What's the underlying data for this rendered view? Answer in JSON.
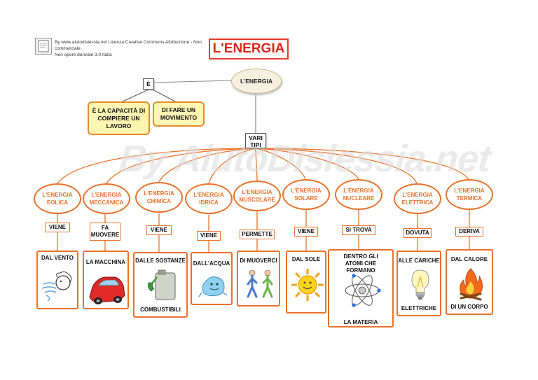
{
  "license": {
    "line1": "By www.aiutodislessia.net Licenza Creative Commons Attribuzione - Non commerciale",
    "line2": "Non opere derivate 3.0 Italia"
  },
  "watermark": "By AiutoDislessia.net",
  "title": "L'ENERGIA",
  "root": "L'ENERGIA",
  "is_label": "È",
  "definitions": [
    "È LA CAPACITÀ DI COMPIERE UN LAVORO",
    "DI FARE UN MOVIMENTO"
  ],
  "types_label": "VARI TIPI",
  "branches": [
    {
      "type": "L'ENERGIA EOLICA",
      "verb": "VIENE",
      "card_top": "DAL VENTO",
      "card_bottom": "",
      "icon": "wind-icon"
    },
    {
      "type": "L'ENERGIA MECCANICA",
      "verb": "FA MUOVERE",
      "card_top": "LA MACCHINA",
      "card_bottom": "",
      "icon": "car-icon"
    },
    {
      "type": "L'ENERGIA CHIMICA",
      "verb": "VIENE",
      "card_top": "DALLE SOSTANZE",
      "card_bottom": "COMBUSTIBILI",
      "icon": "fuel-can-icon"
    },
    {
      "type": "L'ENERGIA IDRICA",
      "verb": "VIENE",
      "card_top": "DALL'ACQUA",
      "card_bottom": "",
      "icon": "water-drop-icon"
    },
    {
      "type": "L'ENERGIA MUSCOLARE",
      "verb": "PERMETTE",
      "card_top": "DI MUOVERCI",
      "card_bottom": "",
      "icon": "people-walking-icon"
    },
    {
      "type": "L'ENERGIA SOLARE",
      "verb": "VIENE",
      "card_top": "DAL SOLE",
      "card_bottom": "",
      "icon": "sun-icon"
    },
    {
      "type": "L'ENERGIA NUCLEARE",
      "verb": "SI TROVA",
      "card_top": "DENTRO GLI ATOMI CHE FORMANO",
      "card_bottom": "LA MATERIA",
      "icon": "atom-icon"
    },
    {
      "type": "L'ENERGIA ELETTRICA",
      "verb": "DOVUTA",
      "card_top": "ALLE CARICHE",
      "card_bottom": "ELETTRICHE",
      "icon": "light-bulb-icon"
    },
    {
      "type": "L'ENERGIA TERMICA",
      "verb": "DERIVA",
      "card_top": "DAL CALORE",
      "card_bottom": "DI UN CORPO",
      "icon": "fire-icon"
    }
  ],
  "colors": {
    "accent": "#e8722a",
    "title_red": "#d7261b",
    "yellow_fill": "#fff6b3"
  }
}
